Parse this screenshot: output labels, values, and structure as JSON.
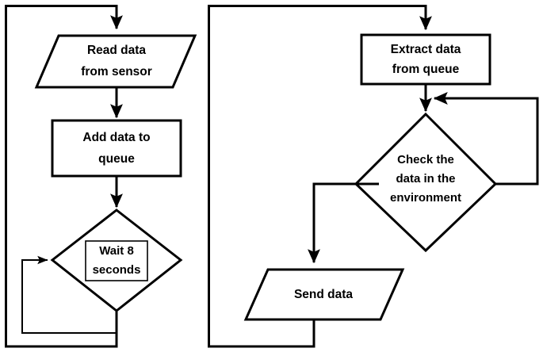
{
  "diagram": {
    "title": "Sensor data producer-consumer flowchart",
    "type": "flowchart",
    "background_color": "#ffffff",
    "stroke_color": "#000000",
    "fill_color": "#ffffff",
    "panels": [
      {
        "name": "producer-loop",
        "side": "left"
      },
      {
        "name": "consumer-loop",
        "side": "right"
      }
    ],
    "nodes": {
      "read_data": {
        "shape": "parallelogram",
        "lines": [
          "Read data",
          "from sensor"
        ],
        "line1": "Read data",
        "line2": "from sensor"
      },
      "add_data": {
        "shape": "rectangle",
        "lines": [
          "Add data to",
          "queue"
        ],
        "line1": "Add data to",
        "line2": "queue"
      },
      "wait": {
        "shape": "diamond",
        "lines": [
          "Wait 8",
          "seconds"
        ],
        "line1": "Wait 8",
        "line2": "seconds"
      },
      "extract_data": {
        "shape": "rectangle",
        "lines": [
          "Extract data",
          "from queue"
        ],
        "line1": "Extract data",
        "line2": "from queue"
      },
      "check_data": {
        "shape": "diamond",
        "lines": [
          "Check the",
          "data in the",
          "environment"
        ],
        "line1": "Check the",
        "line2": "data in the",
        "line3": "environment"
      },
      "send_data": {
        "shape": "parallelogram",
        "lines": [
          "Send data"
        ],
        "line1": "Send data"
      }
    },
    "edges": [
      {
        "name": "loop-back-to-read",
        "from": "wait",
        "to": "read_data",
        "style": "orthogonal",
        "arrow": true
      },
      {
        "name": "read-to-add",
        "from": "read_data",
        "to": "add_data",
        "style": "straight",
        "arrow": true
      },
      {
        "name": "add-to-wait",
        "from": "add_data",
        "to": "wait",
        "style": "straight",
        "arrow": true
      },
      {
        "name": "wait-self-loop",
        "from": "wait",
        "to": "wait",
        "style": "orthogonal",
        "arrow": true
      },
      {
        "name": "extract-to-check",
        "from": "extract_data",
        "to": "check_data",
        "style": "straight",
        "arrow": true
      },
      {
        "name": "check-to-send",
        "from": "check_data",
        "to": "send_data",
        "style": "orthogonal",
        "arrow": true
      },
      {
        "name": "check-right-loop",
        "from": "check_data",
        "to": "check_data",
        "style": "orthogonal",
        "arrow": true
      },
      {
        "name": "send-to-extract",
        "from": "send_data",
        "to": "extract_data",
        "style": "orthogonal",
        "arrow": true
      }
    ]
  }
}
